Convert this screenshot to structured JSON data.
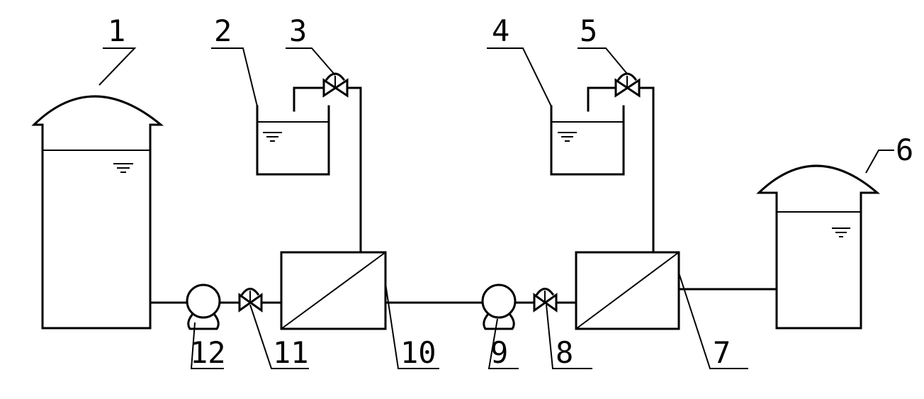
{
  "labels": {
    "n1": "1",
    "n2": "2",
    "n3": "3",
    "n4": "4",
    "n5": "5",
    "n6": "6",
    "n7": "7",
    "n8": "8",
    "n9": "9",
    "n10": "10",
    "n11": "11",
    "n12": "12"
  }
}
